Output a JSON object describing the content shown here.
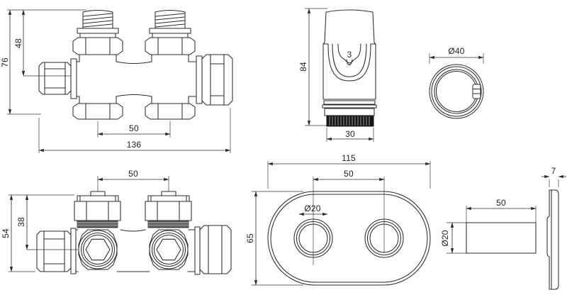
{
  "meta": {
    "background_color": "#ffffff",
    "line_color": "#2b2b2b",
    "drawing_type": "technical dimension drawing - radiator valve set (H-valve, thermostatic head, rosette, sleeve)"
  },
  "views": {
    "valve_front": {
      "dim_height_overall": "76",
      "dim_height_to_axis": "48",
      "dim_connection_spacing": "50",
      "dim_width_overall": "136"
    },
    "thermostatic_head": {
      "dim_height": "84",
      "dim_base_width": "30",
      "scale_setting": "3"
    },
    "head_top_view": {
      "dim_diameter": "Ø40"
    },
    "valve_bottom": {
      "dim_height_overall": "54",
      "dim_height_to_axis": "38",
      "dim_connection_spacing": "50"
    },
    "rosette_front": {
      "dim_width": "115",
      "dim_height": "65",
      "dim_hole_spacing": "50",
      "dim_hole_diameter": "Ø20"
    },
    "rosette_side": {
      "dim_thickness": "7",
      "dim_sleeve_length": "50",
      "dim_sleeve_diameter": "Ø20"
    }
  }
}
